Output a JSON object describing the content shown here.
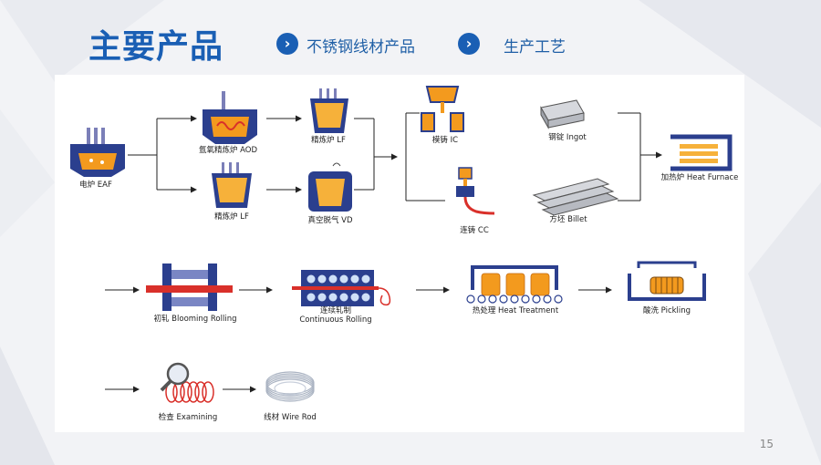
{
  "header": {
    "title": "主要产品",
    "crumbs": [
      "不锈钢线材产品",
      "生产工艺"
    ]
  },
  "diagram": {
    "steps": {
      "eaf": "电炉 EAF",
      "aod": "氩氧精炼炉 AOD",
      "lf_top": "精炼炉 LF",
      "lf_bottom": "精炼炉 LF",
      "vd": "真空脱气 VD",
      "ic": "模铸 IC",
      "cc": "连铸 CC",
      "ingot": "钢锭 Ingot",
      "billet": "方坯 Billet",
      "furnace": "加热炉 Heat Furnace",
      "blooming": "初轧 Blooming Rolling",
      "continuous_cn": "连续轧制",
      "continuous_en": "Continuous Rolling",
      "heat": "热处理 Heat Treatment",
      "pickling": "酸洗 Pickling",
      "examining": "检查 Examining",
      "wire": "线材 Wire Rod"
    }
  },
  "footer": {
    "page_number": "15"
  },
  "colors": {
    "brand_blue": "#1a5fb4",
    "equipment_navy": "#2b3f8e",
    "molten_orange": "#f39a1e",
    "coil_red": "#d9302a"
  }
}
